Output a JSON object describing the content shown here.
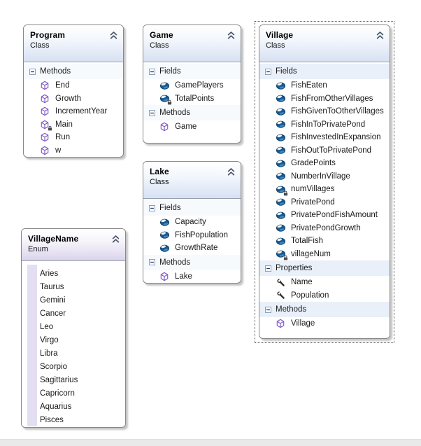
{
  "diagram": {
    "background": "#ffffff",
    "colors": {
      "class_header_tint": "#d7e1f4",
      "enum_header_tint": "#dbd4ec",
      "enum_strip": "#e4def2",
      "box_border": "#898989",
      "field_icon_blue": "#175a92",
      "method_icon_purple": "#7b52c1",
      "property_icon_dark": "#2f2f2f",
      "selection_border": "#5a5a5a"
    },
    "boxes": [
      {
        "id": "program",
        "title": "Program",
        "subtitle": "Class",
        "kind": "class",
        "selected": false,
        "compartments": [
          {
            "label": "Methods",
            "members": [
              {
                "name": "End",
                "icon": "method",
                "private": false
              },
              {
                "name": "Growth",
                "icon": "method",
                "private": false
              },
              {
                "name": "IncrementYear",
                "icon": "method",
                "private": false
              },
              {
                "name": "Main",
                "icon": "method",
                "private": true
              },
              {
                "name": "Run",
                "icon": "method",
                "private": false
              },
              {
                "name": "w",
                "icon": "method",
                "private": false
              }
            ]
          }
        ]
      },
      {
        "id": "game",
        "title": "Game",
        "subtitle": "Class",
        "kind": "class",
        "selected": false,
        "compartments": [
          {
            "label": "Fields",
            "members": [
              {
                "name": "GamePlayers",
                "icon": "field",
                "private": false
              },
              {
                "name": "TotalPoints",
                "icon": "field",
                "private": true
              }
            ]
          },
          {
            "label": "Methods",
            "members": [
              {
                "name": "Game",
                "icon": "method",
                "private": false
              }
            ]
          }
        ]
      },
      {
        "id": "village",
        "title": "Village",
        "subtitle": "Class",
        "kind": "class",
        "selected": true,
        "compartments": [
          {
            "label": "Fields",
            "members": [
              {
                "name": "FishEaten",
                "icon": "field",
                "private": false
              },
              {
                "name": "FishFromOtherVillages",
                "icon": "field",
                "private": false
              },
              {
                "name": "FishGivenToOtherVillages",
                "icon": "field",
                "private": false
              },
              {
                "name": "FishInToPrivatePond",
                "icon": "field",
                "private": false
              },
              {
                "name": "FishInvestedInExpansion",
                "icon": "field",
                "private": false
              },
              {
                "name": "FishOutToPrivatePond",
                "icon": "field",
                "private": false
              },
              {
                "name": "GradePoints",
                "icon": "field",
                "private": false
              },
              {
                "name": "NumberInVillage",
                "icon": "field",
                "private": false
              },
              {
                "name": "numVillages",
                "icon": "field",
                "private": true
              },
              {
                "name": "PrivatePond",
                "icon": "field",
                "private": false
              },
              {
                "name": "PrivatePondFishAmount",
                "icon": "field",
                "private": false
              },
              {
                "name": "PrivatePondGrowth",
                "icon": "field",
                "private": false
              },
              {
                "name": "TotalFish",
                "icon": "field",
                "private": false
              },
              {
                "name": "villageNum",
                "icon": "field",
                "private": true
              }
            ]
          },
          {
            "label": "Properties",
            "members": [
              {
                "name": "Name",
                "icon": "property",
                "private": false
              },
              {
                "name": "Population",
                "icon": "property",
                "private": false
              }
            ]
          },
          {
            "label": "Methods",
            "members": [
              {
                "name": "Village",
                "icon": "method",
                "private": false
              }
            ]
          }
        ]
      },
      {
        "id": "lake",
        "title": "Lake",
        "subtitle": "Class",
        "kind": "class",
        "selected": false,
        "compartments": [
          {
            "label": "Fields",
            "members": [
              {
                "name": "Capacity",
                "icon": "field",
                "private": false
              },
              {
                "name": "FishPopulation",
                "icon": "field",
                "private": false
              },
              {
                "name": "GrowthRate",
                "icon": "field",
                "private": false
              }
            ]
          },
          {
            "label": "Methods",
            "members": [
              {
                "name": "Lake",
                "icon": "method",
                "private": false
              }
            ]
          }
        ]
      },
      {
        "id": "villagename",
        "title": "VillageName",
        "subtitle": "Enum",
        "kind": "enum",
        "selected": false,
        "values": [
          "Aries",
          "Taurus",
          "Gemini",
          "Cancer",
          "Leo",
          "Virgo",
          "Libra",
          "Scorpio",
          "Sagittarius",
          "Capricorn",
          "Aquarius",
          "Pisces"
        ]
      }
    ]
  }
}
